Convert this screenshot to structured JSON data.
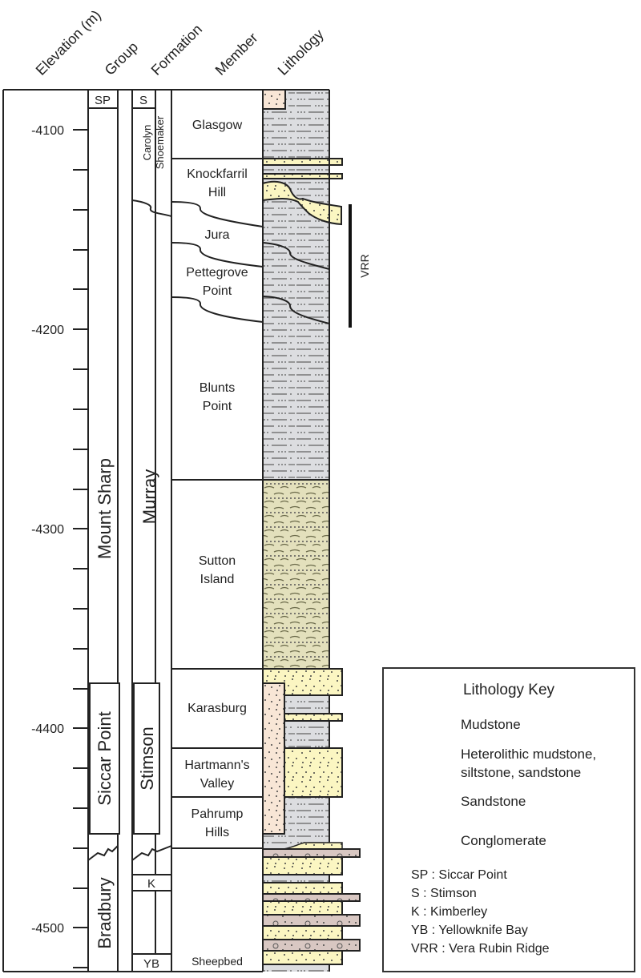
{
  "headers": {
    "elevation": "Elevation (m)",
    "group": "Group",
    "formation": "Formation",
    "member": "Member",
    "lithology": "Lithology"
  },
  "elevation_ticks": [
    "-4100",
    "-4200",
    "-4300",
    "-4400",
    "-4500"
  ],
  "groups": {
    "sp_top": "SP",
    "mount_sharp": "Mount Sharp",
    "siccar_point": "Siccar Point",
    "bradbury": "Bradbury"
  },
  "formations": {
    "s_top": "S",
    "carolyn_shoemaker_1": "Carolyn",
    "carolyn_shoemaker_2": "Shoemaker",
    "murray": "Murray",
    "stimson": "Stimson",
    "k": "K",
    "yb": "YB"
  },
  "members": {
    "glasgow": "Glasgow",
    "knockfarril_1": "Knockfarril",
    "knockfarril_2": "Hill",
    "jura": "Jura",
    "pettegrove_1": "Pettegrove",
    "pettegrove_2": "Point",
    "blunts_1": "Blunts",
    "blunts_2": "Point",
    "sutton_1": "Sutton",
    "sutton_2": "Island",
    "karasburg": "Karasburg",
    "hartmann_1": "Hartmann's",
    "hartmann_2": "Valley",
    "pahrump_1": "Pahrump",
    "pahrump_2": "Hills",
    "sheepbed": "Sheepbed"
  },
  "vrr_label": "VRR",
  "legend": {
    "title": "Lithology Key",
    "items": [
      {
        "label": "Mudstone",
        "color": "#dcdde0"
      },
      {
        "label_1": "Heterolithic mudstone,",
        "label_2": "siltstone, sandstone",
        "color": "#e3e0bc"
      },
      {
        "label": "Sandstone",
        "colors": [
          "#f8e6d6",
          "#fbf6c2"
        ]
      },
      {
        "label": "Conglomerate",
        "color": "#d8c7c2"
      }
    ],
    "abbreviations": [
      "SP : Siccar Point",
      "S : Stimson",
      "K : Kimberley",
      "YB : Yellowknife Bay",
      "VRR : Vera Rubin Ridge"
    ]
  },
  "colors": {
    "mudstone": "#dcdde0",
    "heterolithic": "#e3e0bc",
    "sandstone_pink": "#f8e6d6",
    "sandstone_yellow": "#fbf6c2",
    "conglomerate": "#d8c7c2",
    "line": "#222222"
  }
}
